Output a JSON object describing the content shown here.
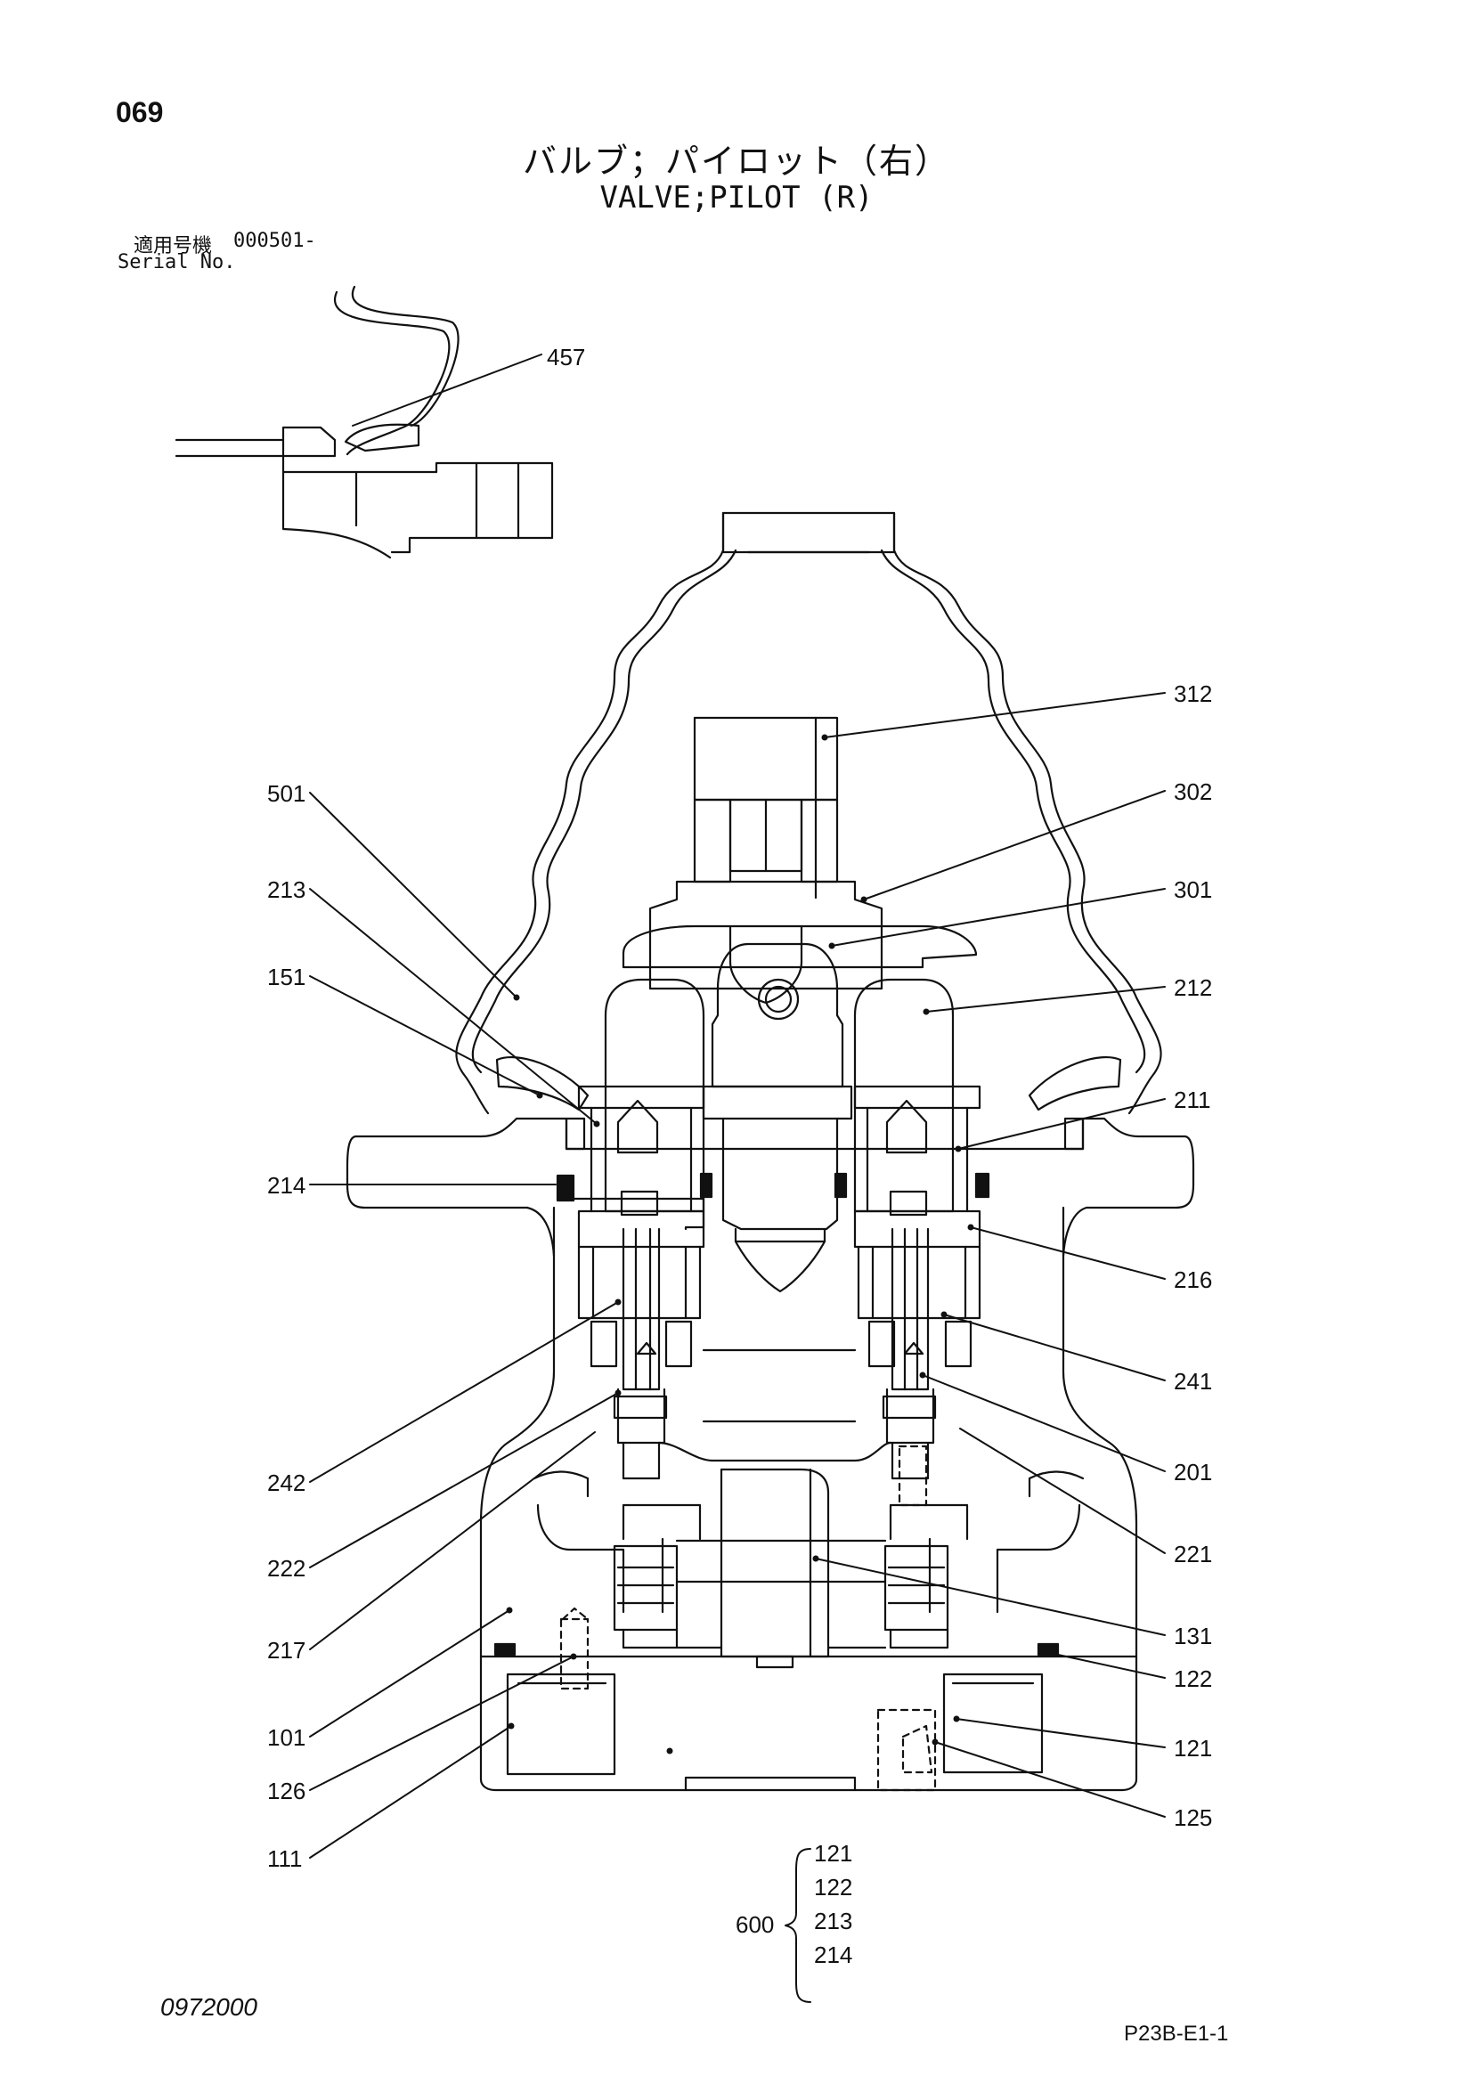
{
  "page_number": "069",
  "title_ja": "バルブ；パイロット（右）",
  "title_en": "VALVE;PILOT (R)",
  "serial": {
    "label_ja": "適用号機",
    "value": "000501-",
    "label_en": "Serial No."
  },
  "callouts": {
    "c457": "457",
    "c312": "312",
    "c302": "302",
    "c301": "301",
    "c212": "212",
    "c211": "211",
    "c216": "216",
    "c241": "241",
    "c201": "201",
    "c221": "221",
    "c131": "131",
    "c122": "122",
    "c121": "121",
    "c125": "125",
    "c501": "501",
    "c213": "213",
    "c151": "151",
    "c214": "214",
    "c242": "242",
    "c222": "222",
    "c217": "217",
    "c101": "101",
    "c126": "126",
    "c111": "111"
  },
  "kit": {
    "label": "600",
    "items": [
      "121",
      "122",
      "213",
      "214"
    ]
  },
  "footer": {
    "left_code": "0972000",
    "right_code": "P23B-E1-1"
  }
}
